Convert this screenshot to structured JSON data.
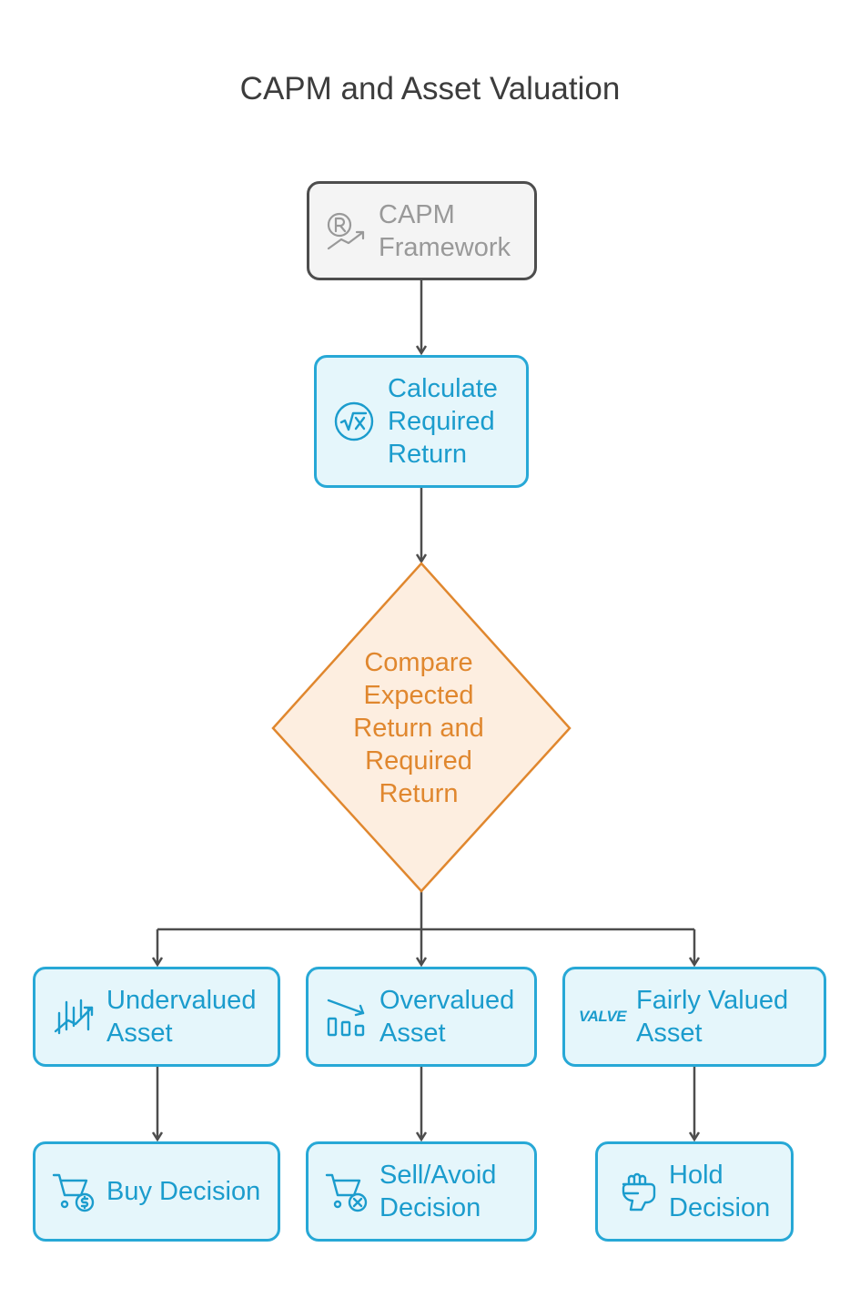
{
  "title": "CAPM and Asset Valuation",
  "colors": {
    "gray_fill": "#f4f4f4",
    "gray_text": "#999999",
    "dark_border": "#4d4d4d",
    "blue_fill": "#e5f6fb",
    "blue_border": "#27a8d6",
    "blue_text": "#1b9ccd",
    "orange_fill": "#fdeee0",
    "orange_border": "#e0872e",
    "arrow": "#4d4d4d"
  },
  "nodes": {
    "capm": {
      "label": "CAPM\nFramework",
      "icon": "r-trend-icon"
    },
    "calc": {
      "label": "Calculate\nRequired\nReturn",
      "icon": "square-root-icon"
    },
    "compare": {
      "label": "Compare\nExpected\nReturn and\nRequired\nReturn"
    },
    "under": {
      "label": "Undervalued\nAsset",
      "icon": "rising-chart-icon"
    },
    "over": {
      "label": "Overvalued\nAsset",
      "icon": "falling-bars-icon"
    },
    "fair": {
      "label": "Fairly Valued\nAsset",
      "icon": "valve-wordmark-icon",
      "icon_text": "VALVE"
    },
    "buy": {
      "label": "Buy Decision",
      "icon": "cart-dollar-icon"
    },
    "sell": {
      "label": "Sell/Avoid\nDecision",
      "icon": "cart-x-icon"
    },
    "hold": {
      "label": "Hold\nDecision",
      "icon": "fist-icon"
    }
  }
}
